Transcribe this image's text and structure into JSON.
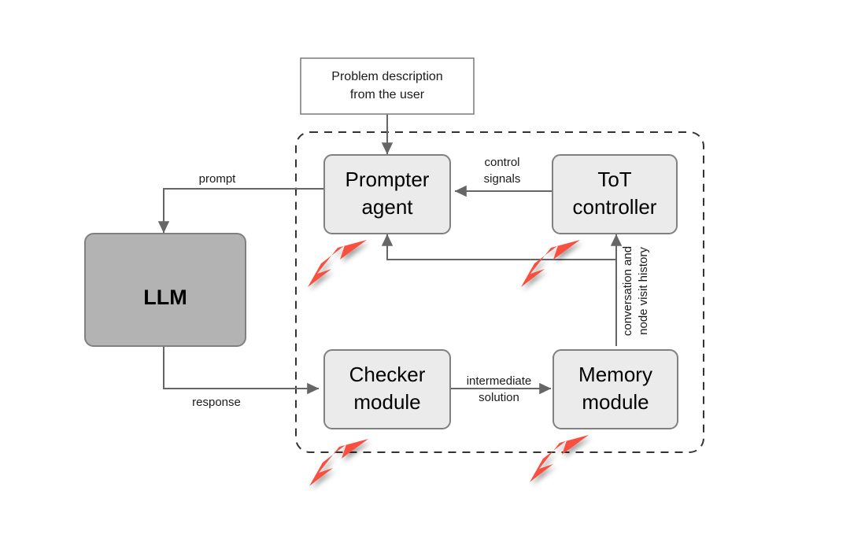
{
  "diagram": {
    "title_text": "",
    "colors": {
      "box_fill_light": "#ebebeb",
      "box_fill_dark": "#b3b3b3",
      "box_stroke": "#808080",
      "edge_stroke": "#666666",
      "dashed_stroke": "#333333",
      "red_arrow": "#f9503f",
      "page_background": "#ffffff"
    },
    "nodes": [
      {
        "id": "problem-description",
        "label_line1": "Problem description",
        "label_line2": "from the user",
        "shape": "rectangle",
        "fill": "#ffffff"
      },
      {
        "id": "prompter-agent",
        "label_line1": "Prompter",
        "label_line2": "agent",
        "shape": "rounded-rectangle",
        "fill": "#ebebeb"
      },
      {
        "id": "tot-controller",
        "label_line1": "ToT",
        "label_line2": "controller",
        "shape": "rounded-rectangle",
        "fill": "#ebebeb"
      },
      {
        "id": "llm",
        "label_line1": "LLM",
        "label_line2": "",
        "shape": "rounded-rectangle",
        "fill": "#b3b3b3"
      },
      {
        "id": "checker-module",
        "label_line1": "Checker",
        "label_line2": "module",
        "shape": "rounded-rectangle",
        "fill": "#ebebeb"
      },
      {
        "id": "memory-module",
        "label_line1": "Memory",
        "label_line2": "module",
        "shape": "rounded-rectangle",
        "fill": "#ebebeb"
      }
    ],
    "edge_labels": {
      "prompt": "prompt",
      "response": "response",
      "control_signals_line1": "control",
      "control_signals_line2": "signals",
      "intermediate_solution_line1": "intermediate",
      "intermediate_solution_line2": "solution",
      "history_line1": "conversation and",
      "history_line2": "node visit history"
    },
    "annotations": {
      "red_arrow_count": 4,
      "red_arrow_targets": [
        "prompter-agent",
        "tot-controller",
        "checker-module",
        "memory-module"
      ]
    }
  }
}
